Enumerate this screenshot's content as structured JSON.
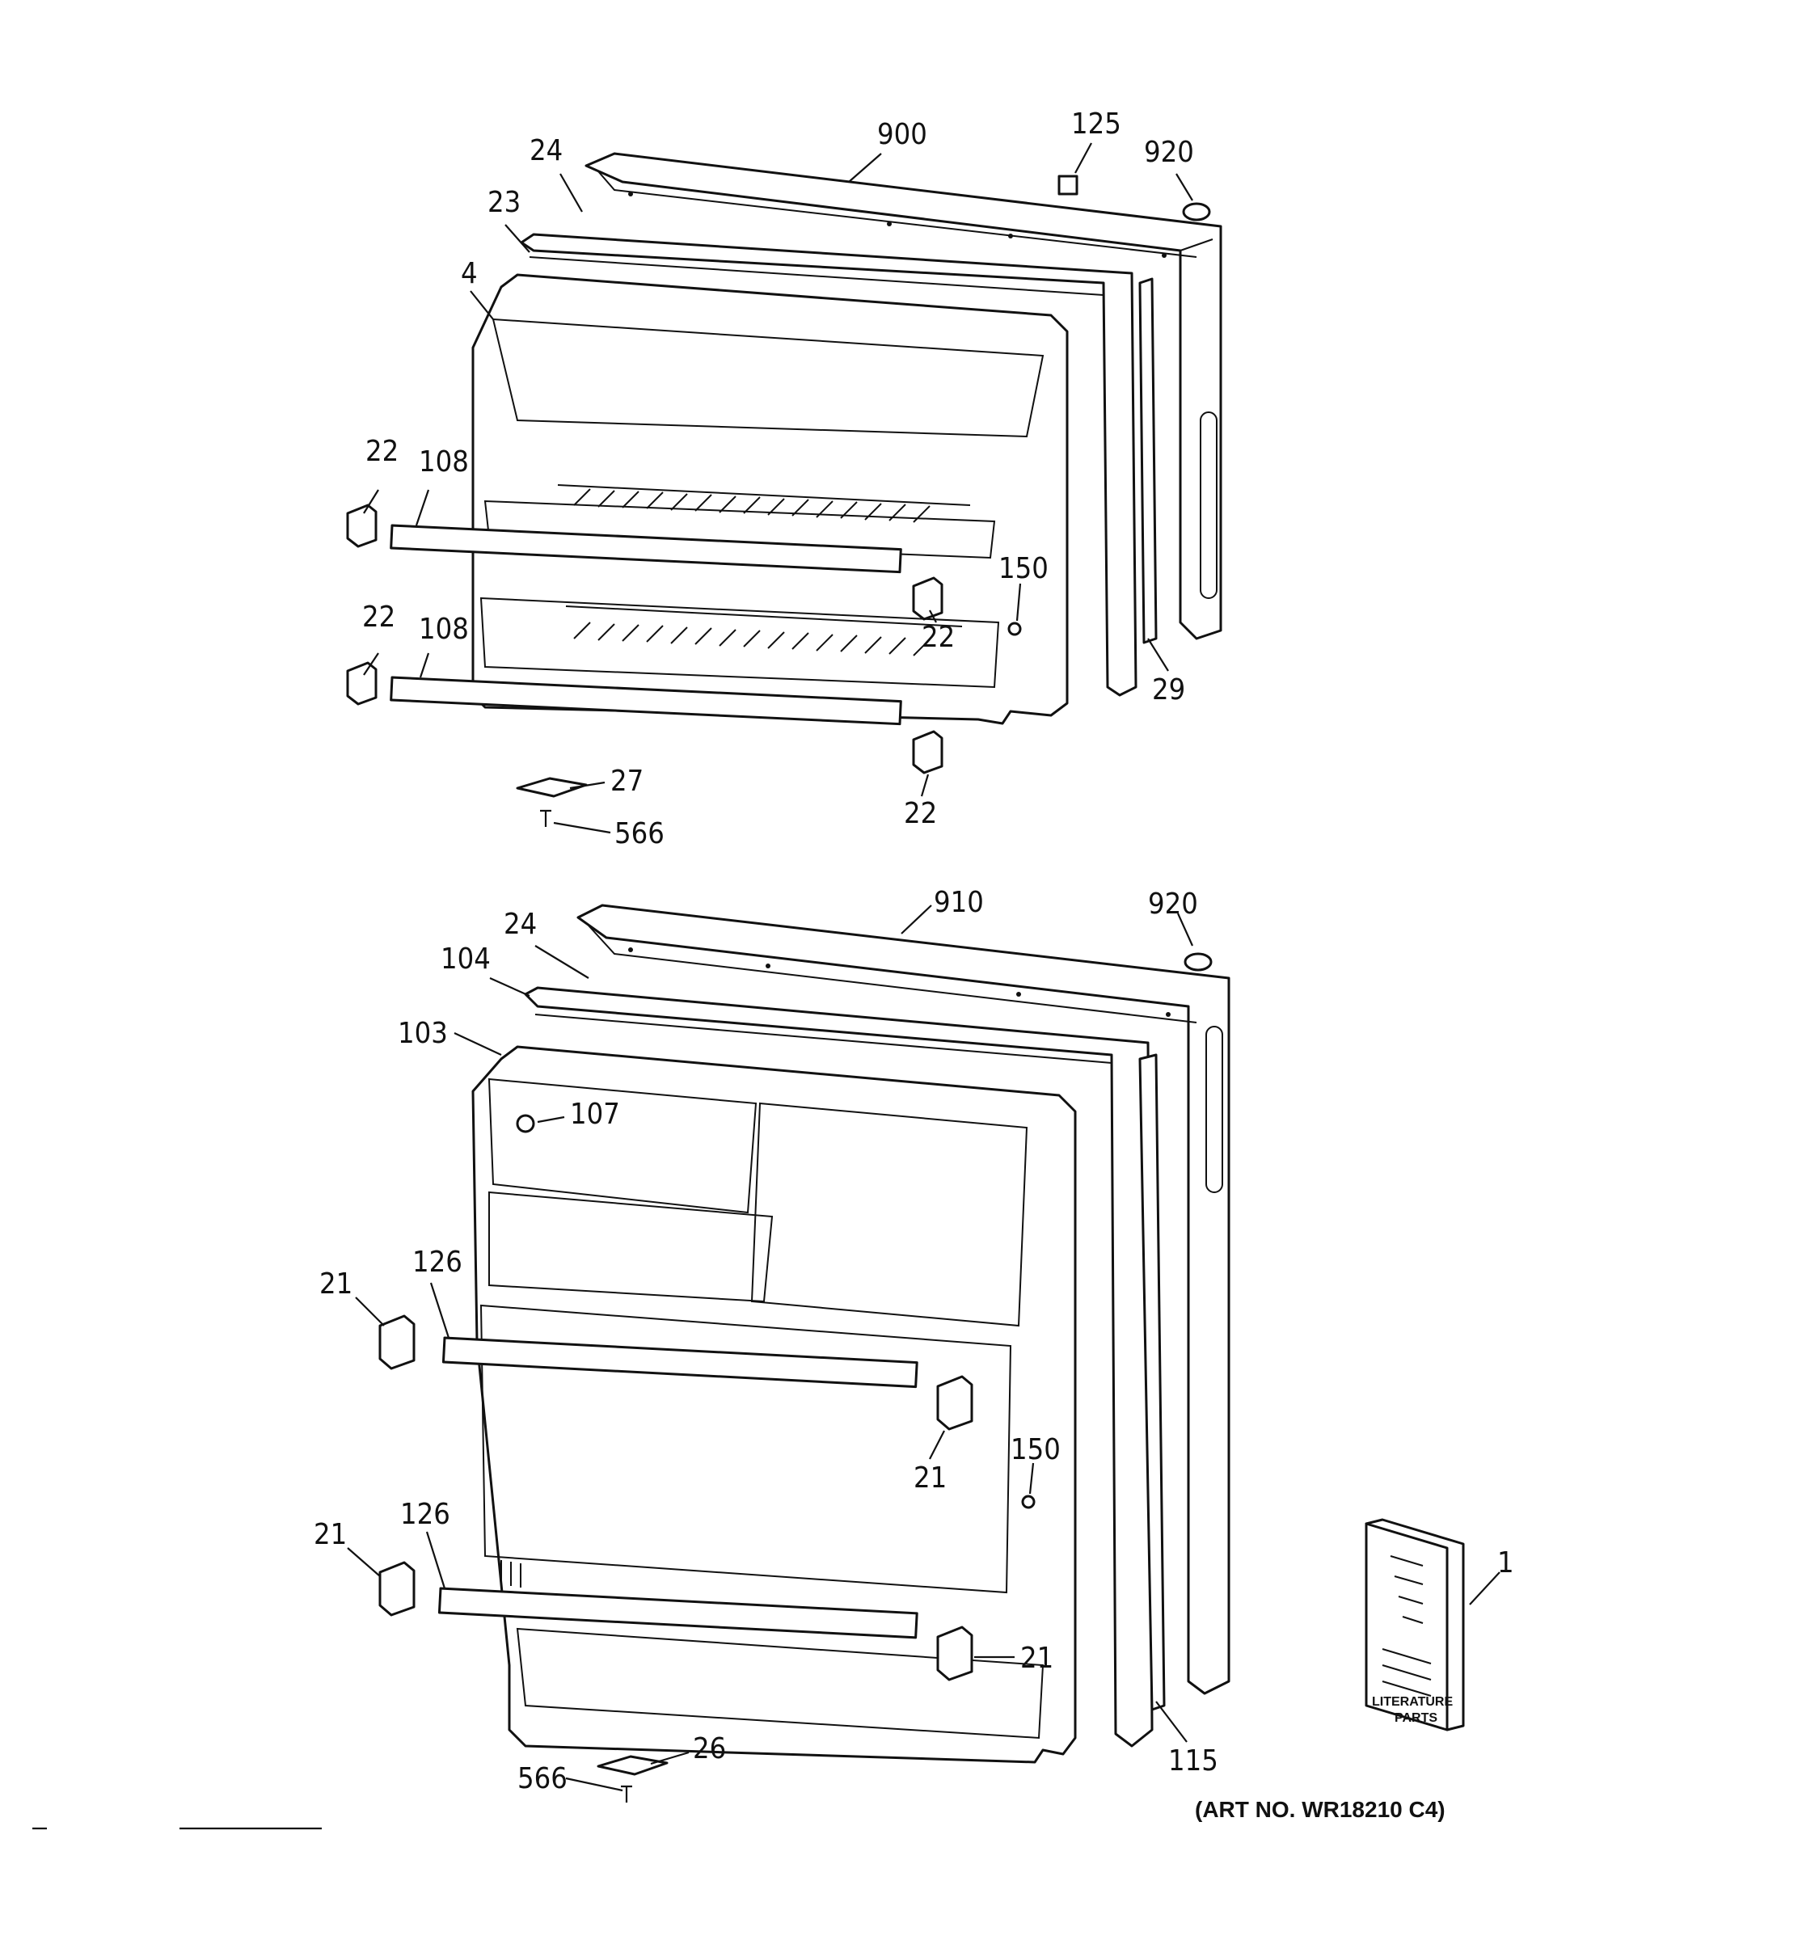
{
  "upper": {
    "labels": {
      "l900": "900",
      "l125": "125",
      "l920": "920",
      "l24": "24",
      "l23": "23",
      "l4": "4",
      "l22a": "22",
      "l108a": "108",
      "l22b": "22",
      "l108b": "108",
      "l150": "150",
      "l22c": "22",
      "l29": "29",
      "l27": "27",
      "l22d": "22",
      "l566": "566"
    }
  },
  "lower": {
    "labels": {
      "l910": "910",
      "l920": "920",
      "l24": "24",
      "l104": "104",
      "l103": "103",
      "l107": "107",
      "l21a": "21",
      "l126a": "126",
      "l21b": "21",
      "l150": "150",
      "l21c": "21",
      "l126b": "126",
      "l21d": "21",
      "l115": "115",
      "l26": "26",
      "l566": "566",
      "l1": "1"
    }
  },
  "literature": {
    "line1": "LITERATURE",
    "line2": "PARTS"
  },
  "art_no": "(ART NO. WR18210 C4)"
}
